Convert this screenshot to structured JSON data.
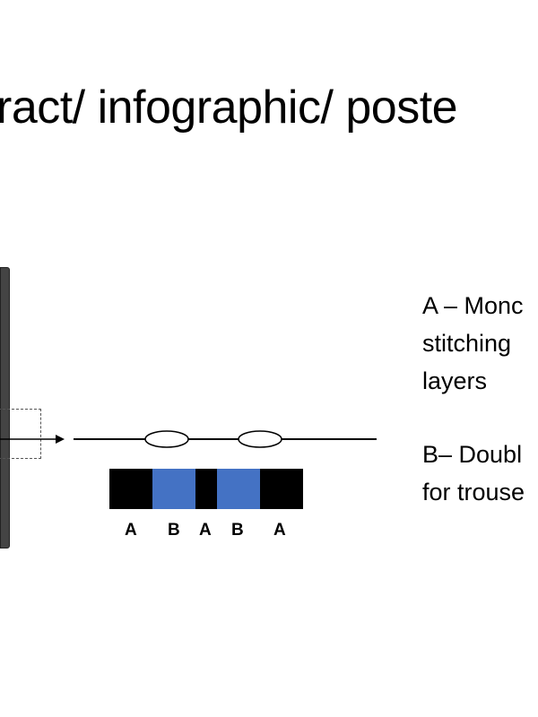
{
  "slide": {
    "title": "ract/ infographic/ poste",
    "legend": [
      {
        "lines": [
          "A – Monc",
          "stitching",
          "layers"
        ]
      },
      {
        "lines": [
          "B– Doubl",
          "for trouse"
        ]
      }
    ]
  },
  "diagram": {
    "band_segments": [
      {
        "label": "A",
        "color": "#000000"
      },
      {
        "label": "B",
        "color": "#4472c4"
      },
      {
        "label": "A",
        "color": "#000000"
      },
      {
        "label": "B",
        "color": "#4472c4"
      },
      {
        "label": "A",
        "color": "#000000"
      }
    ],
    "colors": {
      "strip": "#444444",
      "line": "#000000",
      "blue": "#4472c4"
    }
  }
}
